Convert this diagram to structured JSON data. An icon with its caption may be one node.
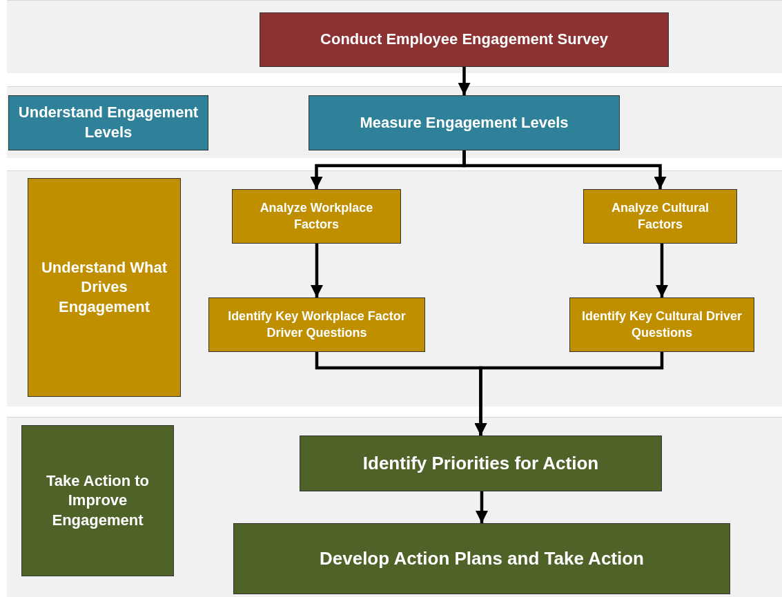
{
  "diagram": {
    "nodes": [
      {
        "text": [
          "Conduct Employee Engagement Survey"
        ]
      },
      {
        "text": [
          "Understand Engagement Levels"
        ]
      },
      {
        "text": [
          "Measure Engagement Levels"
        ]
      },
      {
        "text": [
          "Understand What Drives Engagement"
        ]
      },
      {
        "text": [
          "Analyze Workplace Factors"
        ]
      },
      {
        "text": [
          "Analyze Cultural Factors"
        ]
      },
      {
        "text": [
          "Identify Key Workplace Factor Driver Questions"
        ]
      },
      {
        "text": [
          "Identify Key Cultural Driver Questions"
        ]
      },
      {
        "text": [
          "Take Action to Improve Engagement"
        ]
      },
      {
        "text": [
          "Identify Priorities for Action"
        ]
      },
      {
        "text": [
          "Develop Action Plans and Take Action"
        ]
      }
    ],
    "edges": [
      {
        "from": 0,
        "to": 2,
        "arrow": "to"
      },
      {
        "from": 2,
        "to": 4,
        "arrow": "to"
      },
      {
        "from": 2,
        "to": 5,
        "arrow": "to"
      },
      {
        "from": 4,
        "to": 6,
        "arrow": "to"
      },
      {
        "from": 5,
        "to": 7,
        "arrow": "to"
      },
      {
        "from": 6,
        "to": 9,
        "arrow": "to"
      },
      {
        "from": 7,
        "to": 9,
        "arrow": "to"
      },
      {
        "from": 9,
        "to": 10,
        "arrow": "to"
      }
    ]
  }
}
